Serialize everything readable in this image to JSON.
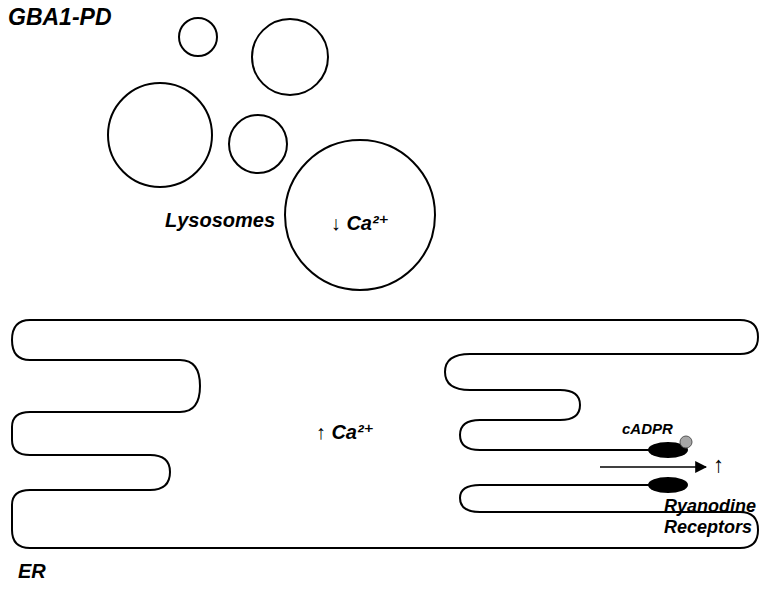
{
  "diagram": {
    "title": "GBA1-PD",
    "nodes": [
      {
        "text": [
          "↓ Ca²⁺"
        ]
      },
      {
        "text": [
          "↑ Ca²⁺"
        ]
      }
    ],
    "labels": [
      "Lysosomes",
      "cADPR",
      "↑",
      "Ryanodine Receptors",
      "ER"
    ]
  }
}
